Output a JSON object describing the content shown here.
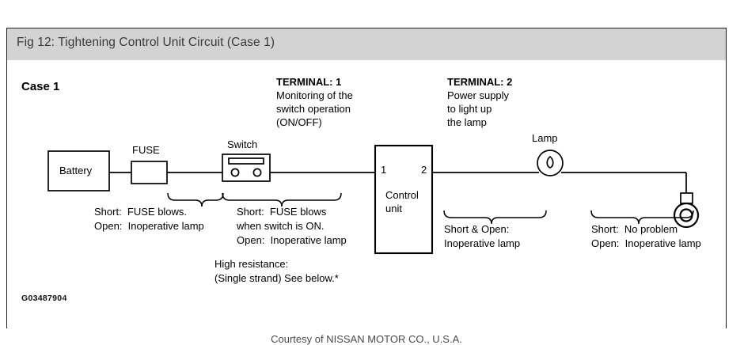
{
  "figure": {
    "caption": "Fig 12: Tightening Control Unit Circuit (Case 1)",
    "case_label": "Case 1",
    "figure_code": "G03487904",
    "courtesy": "Courtesy of NISSAN MOTOR CO., U.S.A."
  },
  "components": {
    "battery": "Battery",
    "fuse": "FUSE",
    "switch": "Switch",
    "control_unit_line1": "Control",
    "control_unit_line2": "unit",
    "lamp": "Lamp",
    "terminal_1_pin": "1",
    "terminal_2_pin": "2"
  },
  "terminal_notes": {
    "terminal1": {
      "heading": "TERMINAL: 1",
      "line1": "Monitoring of the",
      "line2": "switch operation",
      "line3": "(ON/OFF)"
    },
    "terminal2": {
      "heading": "TERMINAL: 2",
      "line1": "Power supply",
      "line2": "to light up",
      "line3": "the lamp"
    }
  },
  "fault_notes": {
    "fuse_section": {
      "line1": "Short:  FUSE blows.",
      "line2": "Open:  Inoperative lamp"
    },
    "switch_section": {
      "line1": "Short:  FUSE blows",
      "line2": "when switch is ON.",
      "line3": "Open:  Inoperative lamp"
    },
    "high_resistance": {
      "line1": "High resistance:",
      "line2": "(Single strand) See below.*"
    },
    "control_to_lamp_section": {
      "line1": "Short & Open:",
      "line2": "Inoperative lamp"
    },
    "ground_section": {
      "line1": "Short:  No problem",
      "line2": "Open:  Inoperative lamp"
    }
  },
  "colors": {
    "caption_band": "#d3d3d3",
    "panel_border": "#1c1c1c",
    "ink": "#000000",
    "footer_text": "#4a4a4a"
  }
}
